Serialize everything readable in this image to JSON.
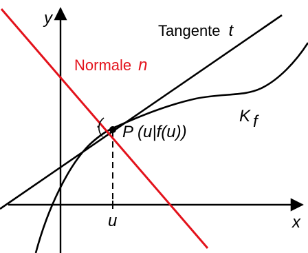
{
  "axes": {
    "x_label": "x",
    "y_label": "y",
    "tick_label": "u"
  },
  "lines": {
    "tangent": {
      "word": "Tangente",
      "symbol": "t"
    },
    "normal": {
      "word": "Normale",
      "symbol": "n"
    }
  },
  "curve": {
    "name": "K",
    "subscript": "f"
  },
  "point": {
    "name": "P",
    "coords": "(u|f(u))"
  },
  "angle_marker": "·",
  "colors": {
    "normal": "#e3121b",
    "ink": "#000000"
  }
}
